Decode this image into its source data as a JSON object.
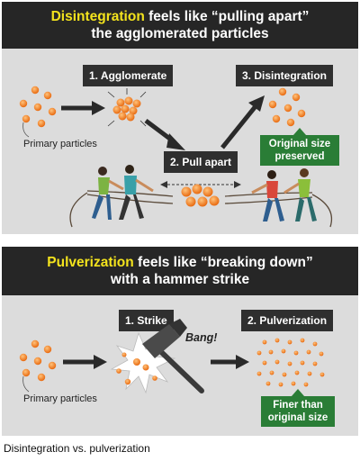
{
  "disintegration": {
    "title_highlight": "Disintegration",
    "title_rest": " feels like “pulling apart”",
    "title_line2": "the agglomerated particles",
    "step1": "1. Agglomerate",
    "step2": "2. Pull apart",
    "step3": "3. Disintegration",
    "callout": "Original size preserved",
    "primary_label": "Primary particles"
  },
  "pulverization": {
    "title_highlight": "Pulverization",
    "title_rest": " feels like “breaking down”",
    "title_line2": "with a hammer strike",
    "step1": "1. Strike",
    "step2": "2. Pulverization",
    "bang": "Bang!",
    "callout": "Finer than original size",
    "primary_label": "Primary particles"
  },
  "caption": "Disintegration vs. pulverization",
  "colors": {
    "particle": "#f07a22",
    "callout": "#2a7d36",
    "header": "#262626",
    "highlight": "#f3e31d"
  }
}
